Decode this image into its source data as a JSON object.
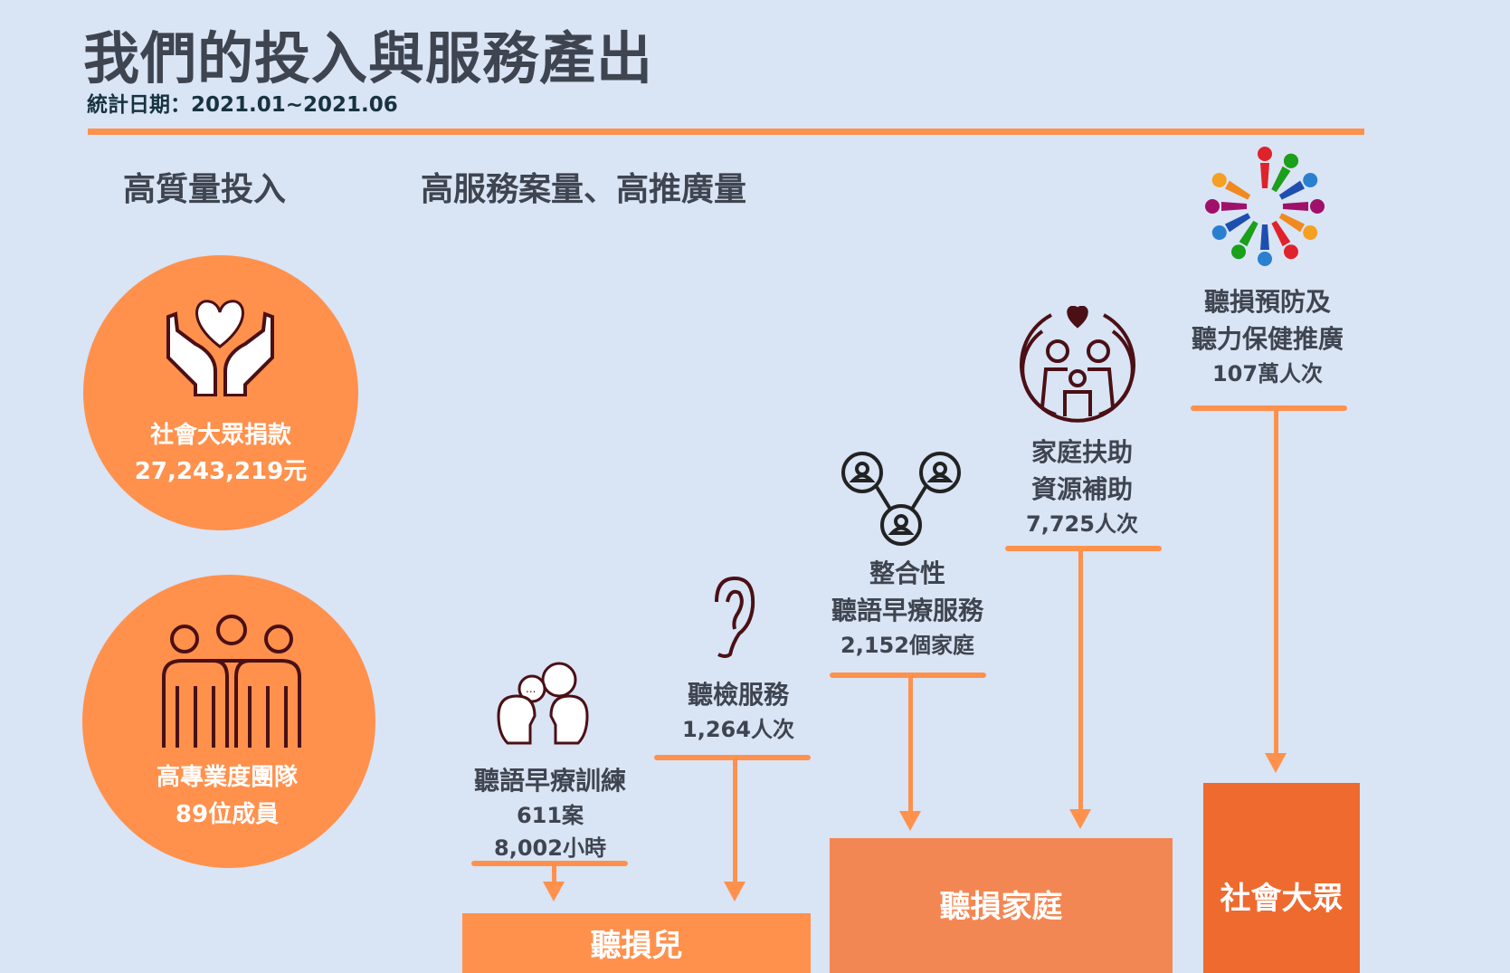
{
  "header": {
    "title": "我們的投入與服務產出",
    "subtitle": "統計日期：2021.01~2021.06"
  },
  "sections": {
    "input": "高質量投入",
    "output": "高服務案量、高推廣量"
  },
  "inputs": [
    {
      "label": "社會大眾捐款",
      "value": "27,243,219元",
      "icon": "hands-heart-icon"
    },
    {
      "label": "高專業度團隊",
      "value": "89位成員",
      "icon": "team-icon"
    }
  ],
  "services": [
    {
      "title": "聽語早療訓練",
      "lines": [
        "611案",
        "8,002小時"
      ],
      "icon": "conversation-heads-icon"
    },
    {
      "title": "聽檢服務",
      "lines": [
        "1,264人次"
      ],
      "icon": "ear-icon"
    },
    {
      "title_lines": [
        "整合性",
        "聽語早療服務"
      ],
      "lines": [
        "2,152個家庭"
      ],
      "icon": "network-people-icon"
    },
    {
      "title_lines": [
        "家庭扶助",
        "資源補助"
      ],
      "lines": [
        "7,725人次"
      ],
      "icon": "family-heart-icon"
    },
    {
      "title_lines": [
        "聽損預防及",
        "聽力保健推廣"
      ],
      "lines": [
        "107萬人次"
      ],
      "icon": "people-circle-icon"
    }
  ],
  "targets": [
    "聽損兒",
    "聽損家庭",
    "社會大眾"
  ],
  "colors": {
    "background": "#d9e4f5",
    "accent": "#ff914d",
    "family_box": "#f38753",
    "public_box": "#ee6a2f",
    "icon": "#4a1015"
  }
}
